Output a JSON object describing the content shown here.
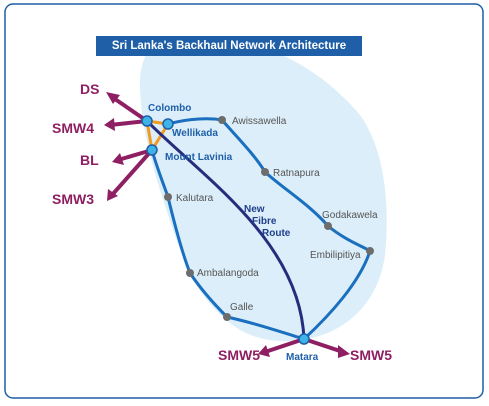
{
  "title": "Sri Lanka's Backhaul Network Architecture",
  "cables": {
    "ds": "DS",
    "smw4": "SMW4",
    "bl": "BL",
    "smw3": "SMW3",
    "smw5_left": "SMW5",
    "smw5_right": "SMW5"
  },
  "landing_stations": {
    "colombo": "Colombo",
    "wellikada": "Wellikada",
    "mount_lavinia": "Mount Lavinia",
    "matara": "Matara"
  },
  "towns": {
    "awissawella": "Awissawella",
    "ratnapura": "Ratnapura",
    "godakawela": "Godakawela",
    "embilipitiya": "Embilipitiya",
    "kalutara": "Kalutara",
    "ambalangoda": "Ambalangoda",
    "galle": "Galle"
  },
  "new_route": {
    "line1": "New",
    "line2": "Fibre",
    "line3": "Route"
  },
  "colors": {
    "frame": "#1f5fa8",
    "land": "#dceef9",
    "ring": "#1a6fbf",
    "new_route": "#262d7c",
    "triangle": "#f39a1f",
    "cable": "#8e1f63",
    "node_grey": "#6d6d6d",
    "node_blue": "#3db3e8"
  }
}
